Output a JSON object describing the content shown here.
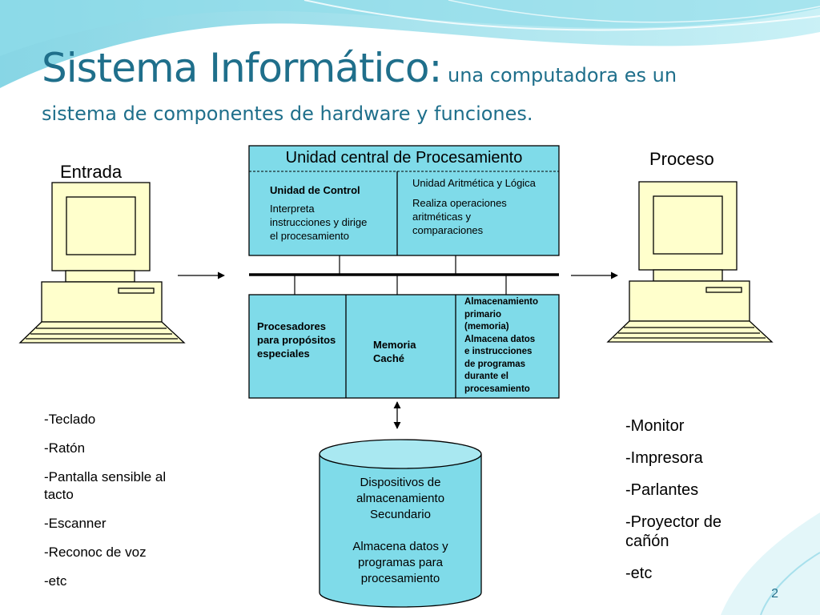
{
  "slide": {
    "title_main": "Sistema Informático:",
    "title_sub": " una computadora es un",
    "title_line2": "sistema de componentes de hardware y funciones.",
    "page_number": "2"
  },
  "labels": {
    "input": "Entrada",
    "process": "Proceso"
  },
  "cpu": {
    "title": "Unidad central de Procesamiento",
    "control_unit": {
      "name": "Unidad de Control",
      "desc_lines": [
        "Interpreta",
        "instrucciones y dirige",
        "el procesamiento"
      ]
    },
    "alu": {
      "name": "Unidad Aritmética y Lógica",
      "desc_lines": [
        "Realiza operaciones",
        "aritméticas y",
        "comparaciones"
      ]
    }
  },
  "memory": {
    "special_processors": [
      "Procesadores",
      "para propósitos",
      "especiales"
    ],
    "cache": [
      "Memoria",
      "Caché"
    ],
    "primary": [
      "Almacenamiento",
      "primario",
      "(memoria)",
      "Almacena datos",
      "e instrucciones",
      "de programas",
      "durante el",
      "procesamiento"
    ]
  },
  "storage": {
    "lines": [
      "Dispositivos de",
      "almacenamiento",
      "Secundario",
      "",
      "Almacena datos y",
      "programas para",
      "procesamiento"
    ]
  },
  "input_devices": [
    "-Teclado",
    "-Ratón",
    "-Pantalla sensible al tacto",
    "-Escanner",
    "-Reconoc de voz",
    "-etc"
  ],
  "output_devices": [
    "-Monitor",
    "-Impresora",
    "-Parlantes",
    "-Proyector de cañón",
    "-etc"
  ],
  "colors": {
    "box_fill": "#7fdbe9",
    "computer_fill": "#ffffcc",
    "title": "#1f6f8b"
  }
}
